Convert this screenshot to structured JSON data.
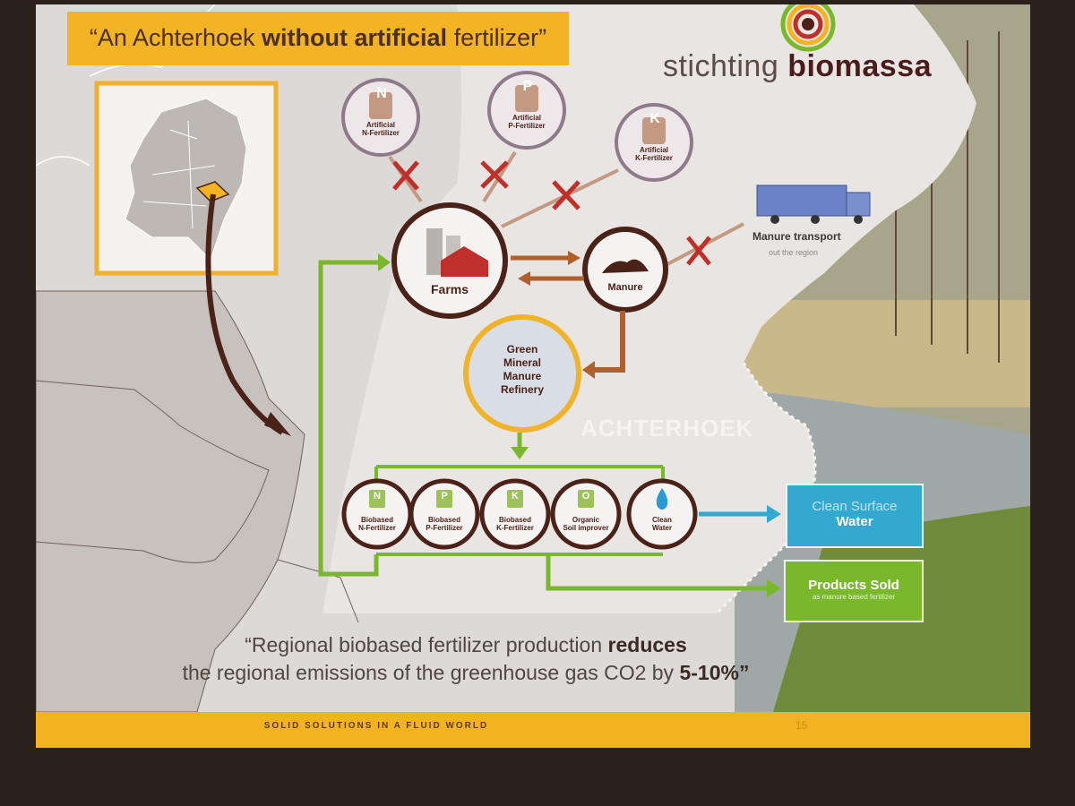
{
  "slide": {
    "title_prefix": "“An Achterhoek",
    "title_bold": "without artificial",
    "title_suffix": "fertilizer”",
    "brand_regular": "stichting",
    "brand_bold": "biomassa",
    "region_label": "ACHTERHOEK",
    "quote_line1_prefix": "“Regional biobased fertilizer production",
    "quote_line1_bold": "reduces",
    "quote_line2_prefix": "the regional emissions of the greenhouse gas CO2 by",
    "quote_line2_bold": "5-10%”",
    "footer": "SOLID SOLUTIONS IN A FLUID WORLD",
    "page_number": "15"
  },
  "inputs": [
    {
      "letter": "N",
      "line1": "Artificial",
      "line2": "N-Fertilizer"
    },
    {
      "letter": "P",
      "line1": "Artificial",
      "line2": "P-Fertilizer"
    },
    {
      "letter": "K",
      "line1": "Artificial",
      "line2": "K-Fertilizer"
    }
  ],
  "nodes": {
    "farms": "Farms",
    "manure": "Manure",
    "refinery_lines": [
      "Green",
      "Mineral",
      "Manure",
      "Refinery"
    ]
  },
  "transport": {
    "title": "Manure transport",
    "subtitle": "out the region"
  },
  "products": [
    {
      "letter": "N",
      "line1": "Biobased",
      "line2": "N-Fertilizer"
    },
    {
      "letter": "P",
      "line1": "Biobased",
      "line2": "P-Fertilizer"
    },
    {
      "letter": "K",
      "line1": "Biobased",
      "line2": "K-Fertilizer"
    },
    {
      "letter": "O",
      "line1": "Organic",
      "line2": "Soil improver"
    },
    {
      "letter": "",
      "line1": "Clean",
      "line2": "Water"
    }
  ],
  "outputs": {
    "water_line1": "Clean Surface",
    "water_line2": "Water",
    "sold_line1": "Products Sold",
    "sold_line2": "as manure based fertilizer"
  },
  "colors": {
    "accent": "#f2b324",
    "dark_brown": "#4a2218",
    "arrow_brown": "#b0602a",
    "cross_red": "#c0302a",
    "green": "#7ab82b",
    "water_blue": "#34a9cf"
  }
}
